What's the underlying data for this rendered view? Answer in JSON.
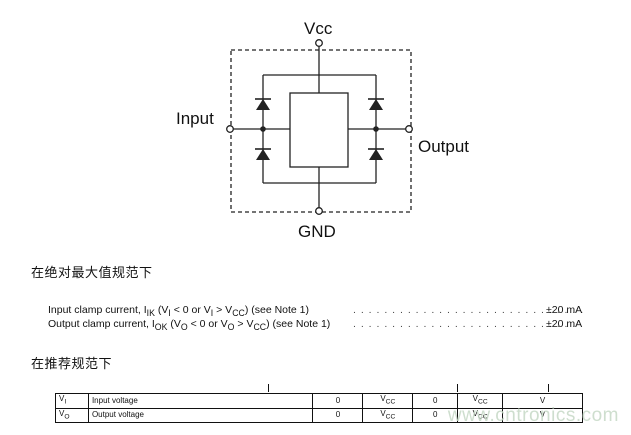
{
  "diagram": {
    "vcc_label": "Vcc",
    "gnd_label": "GND",
    "input_label": "Input",
    "output_label": "Output"
  },
  "sections": {
    "absolute_max_heading": "在绝对最大值规范下",
    "recommended_heading": "在推荐规范下"
  },
  "abs_max_specs": [
    {
      "pre": "Input clamp current, I",
      "sub": "IK",
      "cond": " (V",
      "cond_sub": "I",
      "cond2": " < 0 or V",
      "cond2_sub": "I",
      "cond3": " > V",
      "cond3_sub": "CC",
      "post": ") (see Note 1)",
      "value": "±20 mA"
    },
    {
      "pre": "Output clamp current, I",
      "sub": "OK",
      "cond": " (V",
      "cond_sub": "O",
      "cond2": " < 0 or V",
      "cond2_sub": "O",
      "cond3": " > V",
      "cond3_sub": "CC",
      "post": ") (see Note 1)",
      "value": "±20 mA"
    }
  ],
  "recommended_table": {
    "rows": [
      {
        "sym": "V",
        "sym_sub": "I",
        "param": "Input voltage",
        "min1": "0",
        "max1": "V",
        "max1_sub": "CC",
        "min2": "0",
        "max2": "V",
        "max2_sub": "CC",
        "unit": "V"
      },
      {
        "sym": "V",
        "sym_sub": "O",
        "param": "Output voltage",
        "min1": "0",
        "max1": "V",
        "max1_sub": "CC",
        "min2": "0",
        "max2": "V",
        "max2_sub": "CC",
        "unit": "V"
      }
    ]
  },
  "watermark": "www.cntronics.com"
}
